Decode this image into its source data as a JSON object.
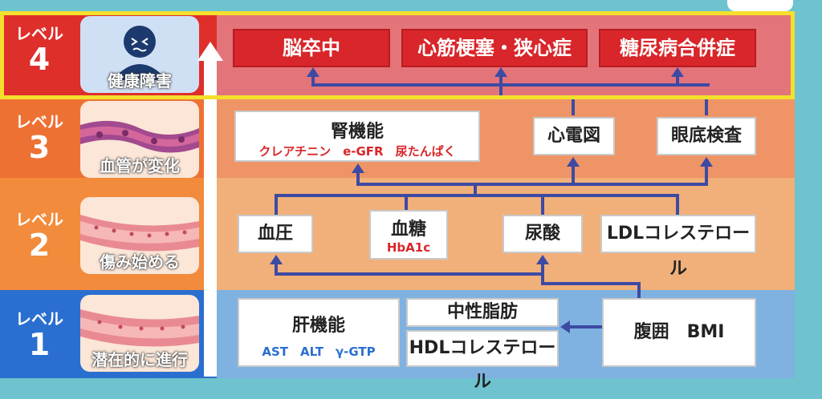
{
  "levels": [
    {
      "label": "レベル",
      "num": "4",
      "caption": "健康障害"
    },
    {
      "label": "レベル",
      "num": "3",
      "caption": "血管が変化"
    },
    {
      "label": "レベル",
      "num": "2",
      "caption": "傷み始める"
    },
    {
      "label": "レベル",
      "num": "1",
      "caption": "潜在的に進行"
    }
  ],
  "level4": {
    "stroke": "脳卒中",
    "mi": "心筋梗塞・狭心症",
    "diabetes": "糖尿病合併症"
  },
  "level3": {
    "kidney": "腎機能",
    "kidney_sub": "クレアチニン　e-GFR　尿たんぱく",
    "ecg": "心電図",
    "fundus": "眼底検査"
  },
  "level2": {
    "bp": "血圧",
    "glucose": "血糖",
    "glucose_sub": "HbA1c",
    "uric": "尿酸",
    "ldl": "LDLコレステロール"
  },
  "level1": {
    "liver": "肝機能",
    "liver_sub": "AST　ALT　γ-GTP",
    "tg": "中性脂肪",
    "hdl": "HDLコレステロール",
    "waist": "腹囲　BMI"
  },
  "colors": {
    "level4": "#de2f2b",
    "level3": "#ee7134",
    "level2": "#f28b3b",
    "level1": "#2a6fd0"
  }
}
